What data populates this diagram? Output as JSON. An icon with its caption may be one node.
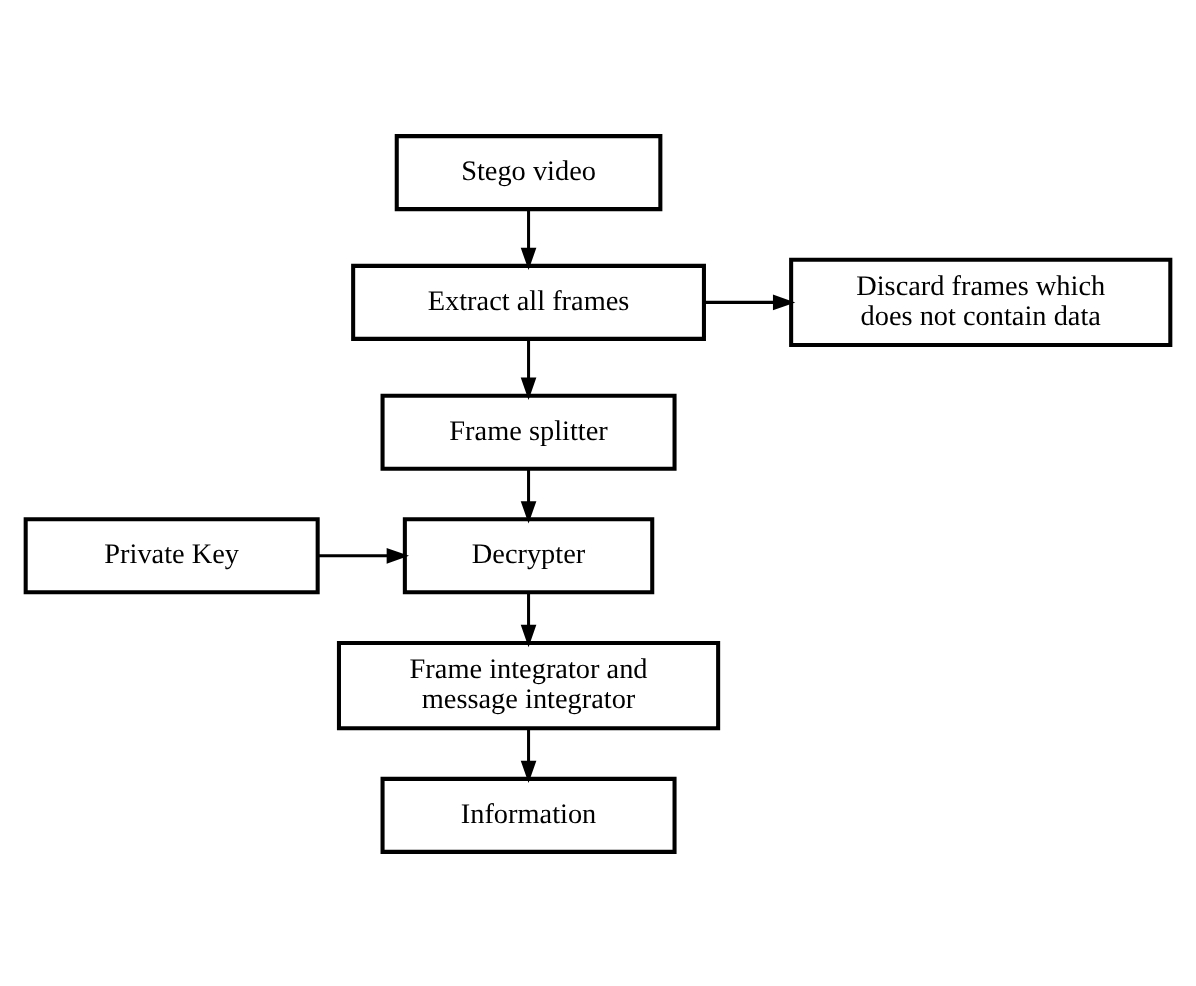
{
  "diagram": {
    "nodes": [
      {
        "text": [
          "Stego video"
        ]
      },
      {
        "text": [
          "Extract all frames"
        ]
      },
      {
        "text": [
          "Discard frames which does not contain data"
        ]
      },
      {
        "text": [
          "Frame splitter"
        ]
      },
      {
        "text": [
          "Decrypter"
        ]
      },
      {
        "text": [
          "Private Key"
        ]
      },
      {
        "text": [
          "Frame integrator and message integrator"
        ]
      },
      {
        "text": [
          "Information"
        ]
      }
    ],
    "edges": [
      {
        "from": 0,
        "to": 1,
        "arrow": "to"
      },
      {
        "from": 1,
        "to": 2,
        "arrow": "to"
      },
      {
        "from": 1,
        "to": 3,
        "arrow": "to"
      },
      {
        "from": 3,
        "to": 4,
        "arrow": "to"
      },
      {
        "from": 5,
        "to": 4,
        "arrow": "to"
      },
      {
        "from": 4,
        "to": 6,
        "arrow": "to"
      },
      {
        "from": 6,
        "to": 7,
        "arrow": "to"
      }
    ]
  }
}
